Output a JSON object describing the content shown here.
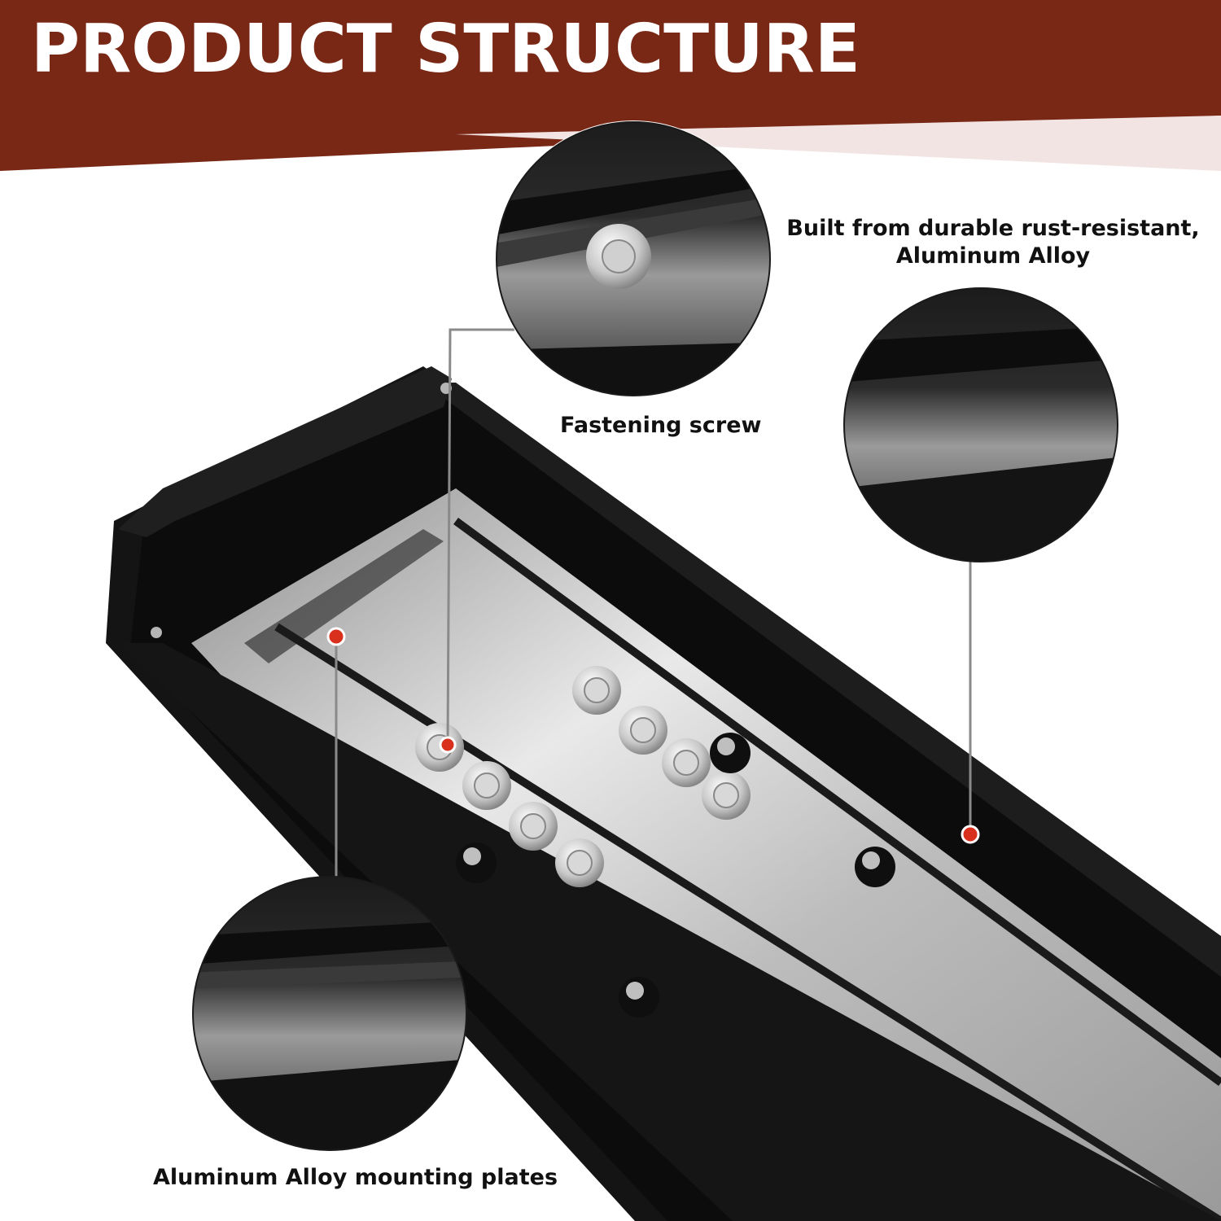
{
  "header": {
    "title": "PRODUCT STRUCTURE",
    "band_color": "#7a2816",
    "accent_color": "#f2e4e3"
  },
  "callouts": {
    "rust_resistant": {
      "line1": "Built from durable rust-resistant,",
      "line2": "Aluminum Alloy"
    },
    "fastening_screw": "Fastening screw",
    "mounting_plates": "Aluminum Alloy mounting plates"
  },
  "colors": {
    "marker": "#d9301d",
    "leader": "#8a8a8a",
    "rail": "#141414",
    "metal": "#c9c9c9"
  }
}
